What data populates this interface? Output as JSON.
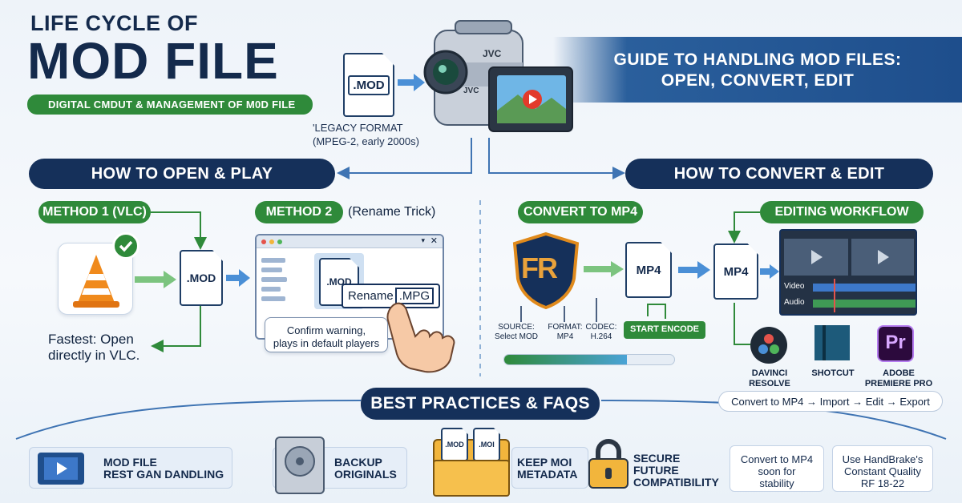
{
  "header": {
    "title_small": "LIFE CYCLE OF",
    "title_big": "MOD FILE",
    "subtitle": "DIGITAL CMDUT & MANAGEMENT OF M0D FILE",
    "banner_line1": "GUIDE TO HANDLING MOD FILES:",
    "banner_line2": "OPEN, CONVERT, EDIT"
  },
  "camera": {
    "brand": "JVC"
  },
  "source_file": {
    "label": ".MOD",
    "legacy_line1": "'LEGACY FORMAT",
    "legacy_line2": "(MPEG-2, early 2000s)"
  },
  "open_section": {
    "header": "HOW TO OPEN & PLAY",
    "method1_label": "METHOD 1 (VLC)",
    "method1_file": ".MOD",
    "method1_note_line1": "Fastest: Open",
    "method1_note_line2": "directly in VLC.",
    "method2_label": "METHOD 2",
    "method2_sub": "(Rename Trick)",
    "method2_file": ".MOD",
    "rename_prefix": "Rename",
    "rename_ext": ".MPG",
    "confirm_line1": "Confirm warning,",
    "confirm_line2": "plays in default players"
  },
  "convert_section": {
    "header": "HOW TO CONVERT & EDIT",
    "convert_label": "CONVERT TO MP4",
    "app_logo": "FR",
    "output_file": "MP4",
    "source_line1": "SOURCE:",
    "source_line2": "Select MOD",
    "format_line1": "FORMAT:",
    "format_line2": "MP4",
    "codec_line1": "CODEC:",
    "codec_line2": "H.264",
    "start_button": "START ENCODE",
    "progress": 0.72,
    "editing_label": "EDITING WORKFLOW",
    "editing_file": "MP4",
    "track_video": "Video",
    "track_audio": "Audio",
    "apps": [
      {
        "line1": "DAVINCI",
        "line2": "RESOLVE"
      },
      {
        "line1": "SHOTCUT",
        "line2": ""
      },
      {
        "line1": "ADOBE",
        "line2": "PREMIERE PRO",
        "logo": "Pr"
      }
    ],
    "workflow": "Convert to MP4 → Import → Edit → Export"
  },
  "best_practices": {
    "header": "BEST PRACTICES & FAQS",
    "item1_line1": "MOD FILE",
    "item1_line2": "REST GAN DANDLING",
    "item2_line1": "BACKUP",
    "item2_line2": "ORIGINALS",
    "folder_file1": ".MOD",
    "folder_file2": ".MOI",
    "item3_line1": "KEEP MOI",
    "item3_line2": "METADATA",
    "item4_line1": "SECURE",
    "item4_line2": "FUTURE",
    "item4_line3": "COMPATIBILITY",
    "tip1_line1": "Convert to MP4",
    "tip1_line2": "soon for",
    "tip1_line3": "stability",
    "tip2_line1": "Use HandBrake's",
    "tip2_line2": "Constant Quality",
    "tip2_line3": "RF 18-22"
  },
  "colors": {
    "navy": "#15305a",
    "green": "#2f8a3a",
    "blue_arrow": "#4a8fd6",
    "orange": "#f08a1c"
  }
}
